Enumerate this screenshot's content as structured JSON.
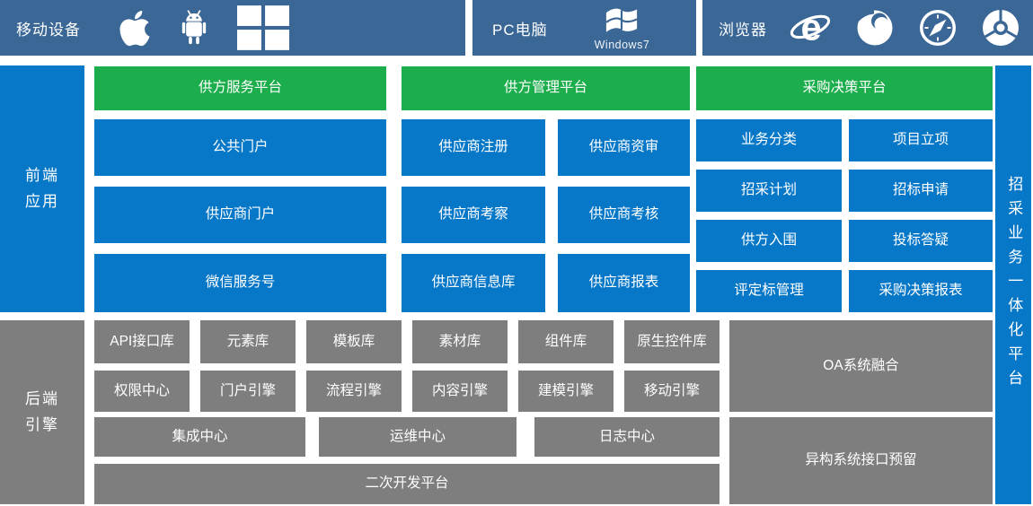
{
  "colors": {
    "topbar-bg": "#3A6795",
    "box-blue": "#0778C8",
    "box-green": "#1CAE4C",
    "box-gray": "#7E7E7E",
    "text-light": "#FFFFFF"
  },
  "topbar": {
    "mobile": {
      "label": "移动设备",
      "icons": [
        "apple-icon",
        "android-icon",
        "windows-icon"
      ]
    },
    "pc": {
      "label": "PC电脑",
      "icons": [
        "windows7-icon"
      ],
      "caption": "Windows7"
    },
    "browser": {
      "label": "浏览器",
      "icons": [
        "ie-icon",
        "firefox-icon",
        "safari-icon",
        "chrome-icon"
      ]
    }
  },
  "frontend": {
    "sidebar": "前端\n应用",
    "columns": [
      {
        "header": "供方服务平台",
        "rows": [
          [
            "公共门户"
          ],
          [
            "供应商门户"
          ],
          [
            "微信服务号"
          ]
        ]
      },
      {
        "header": "供方管理平台",
        "rows": [
          [
            "供应商注册",
            "供应商资审"
          ],
          [
            "供应商考察",
            "供应商考核"
          ],
          [
            "供应商信息库",
            "供应商报表"
          ]
        ]
      },
      {
        "header": "采购决策平台",
        "rows": [
          [
            "业务分类",
            "项目立项"
          ],
          [
            "招采计划",
            "招标申请"
          ],
          [
            "供方入围",
            "投标答疑"
          ],
          [
            "评定标管理",
            "采购决策报表"
          ]
        ]
      }
    ]
  },
  "backend": {
    "sidebar": "后端\n引擎",
    "libs": [
      "API接口库",
      "元素库",
      "模板库",
      "素材库",
      "组件库",
      "原生控件库"
    ],
    "engines": [
      "权限中心",
      "门户引擎",
      "流程引擎",
      "内容引擎",
      "建模引擎",
      "移动引擎"
    ],
    "centers": [
      "集成中心",
      "运维中心",
      "日志中心"
    ],
    "dev_platform": "二次开发平台",
    "integrations": [
      "OA系统融合",
      "异构系统接口预留"
    ]
  },
  "banner": "招采业务一体化平台"
}
